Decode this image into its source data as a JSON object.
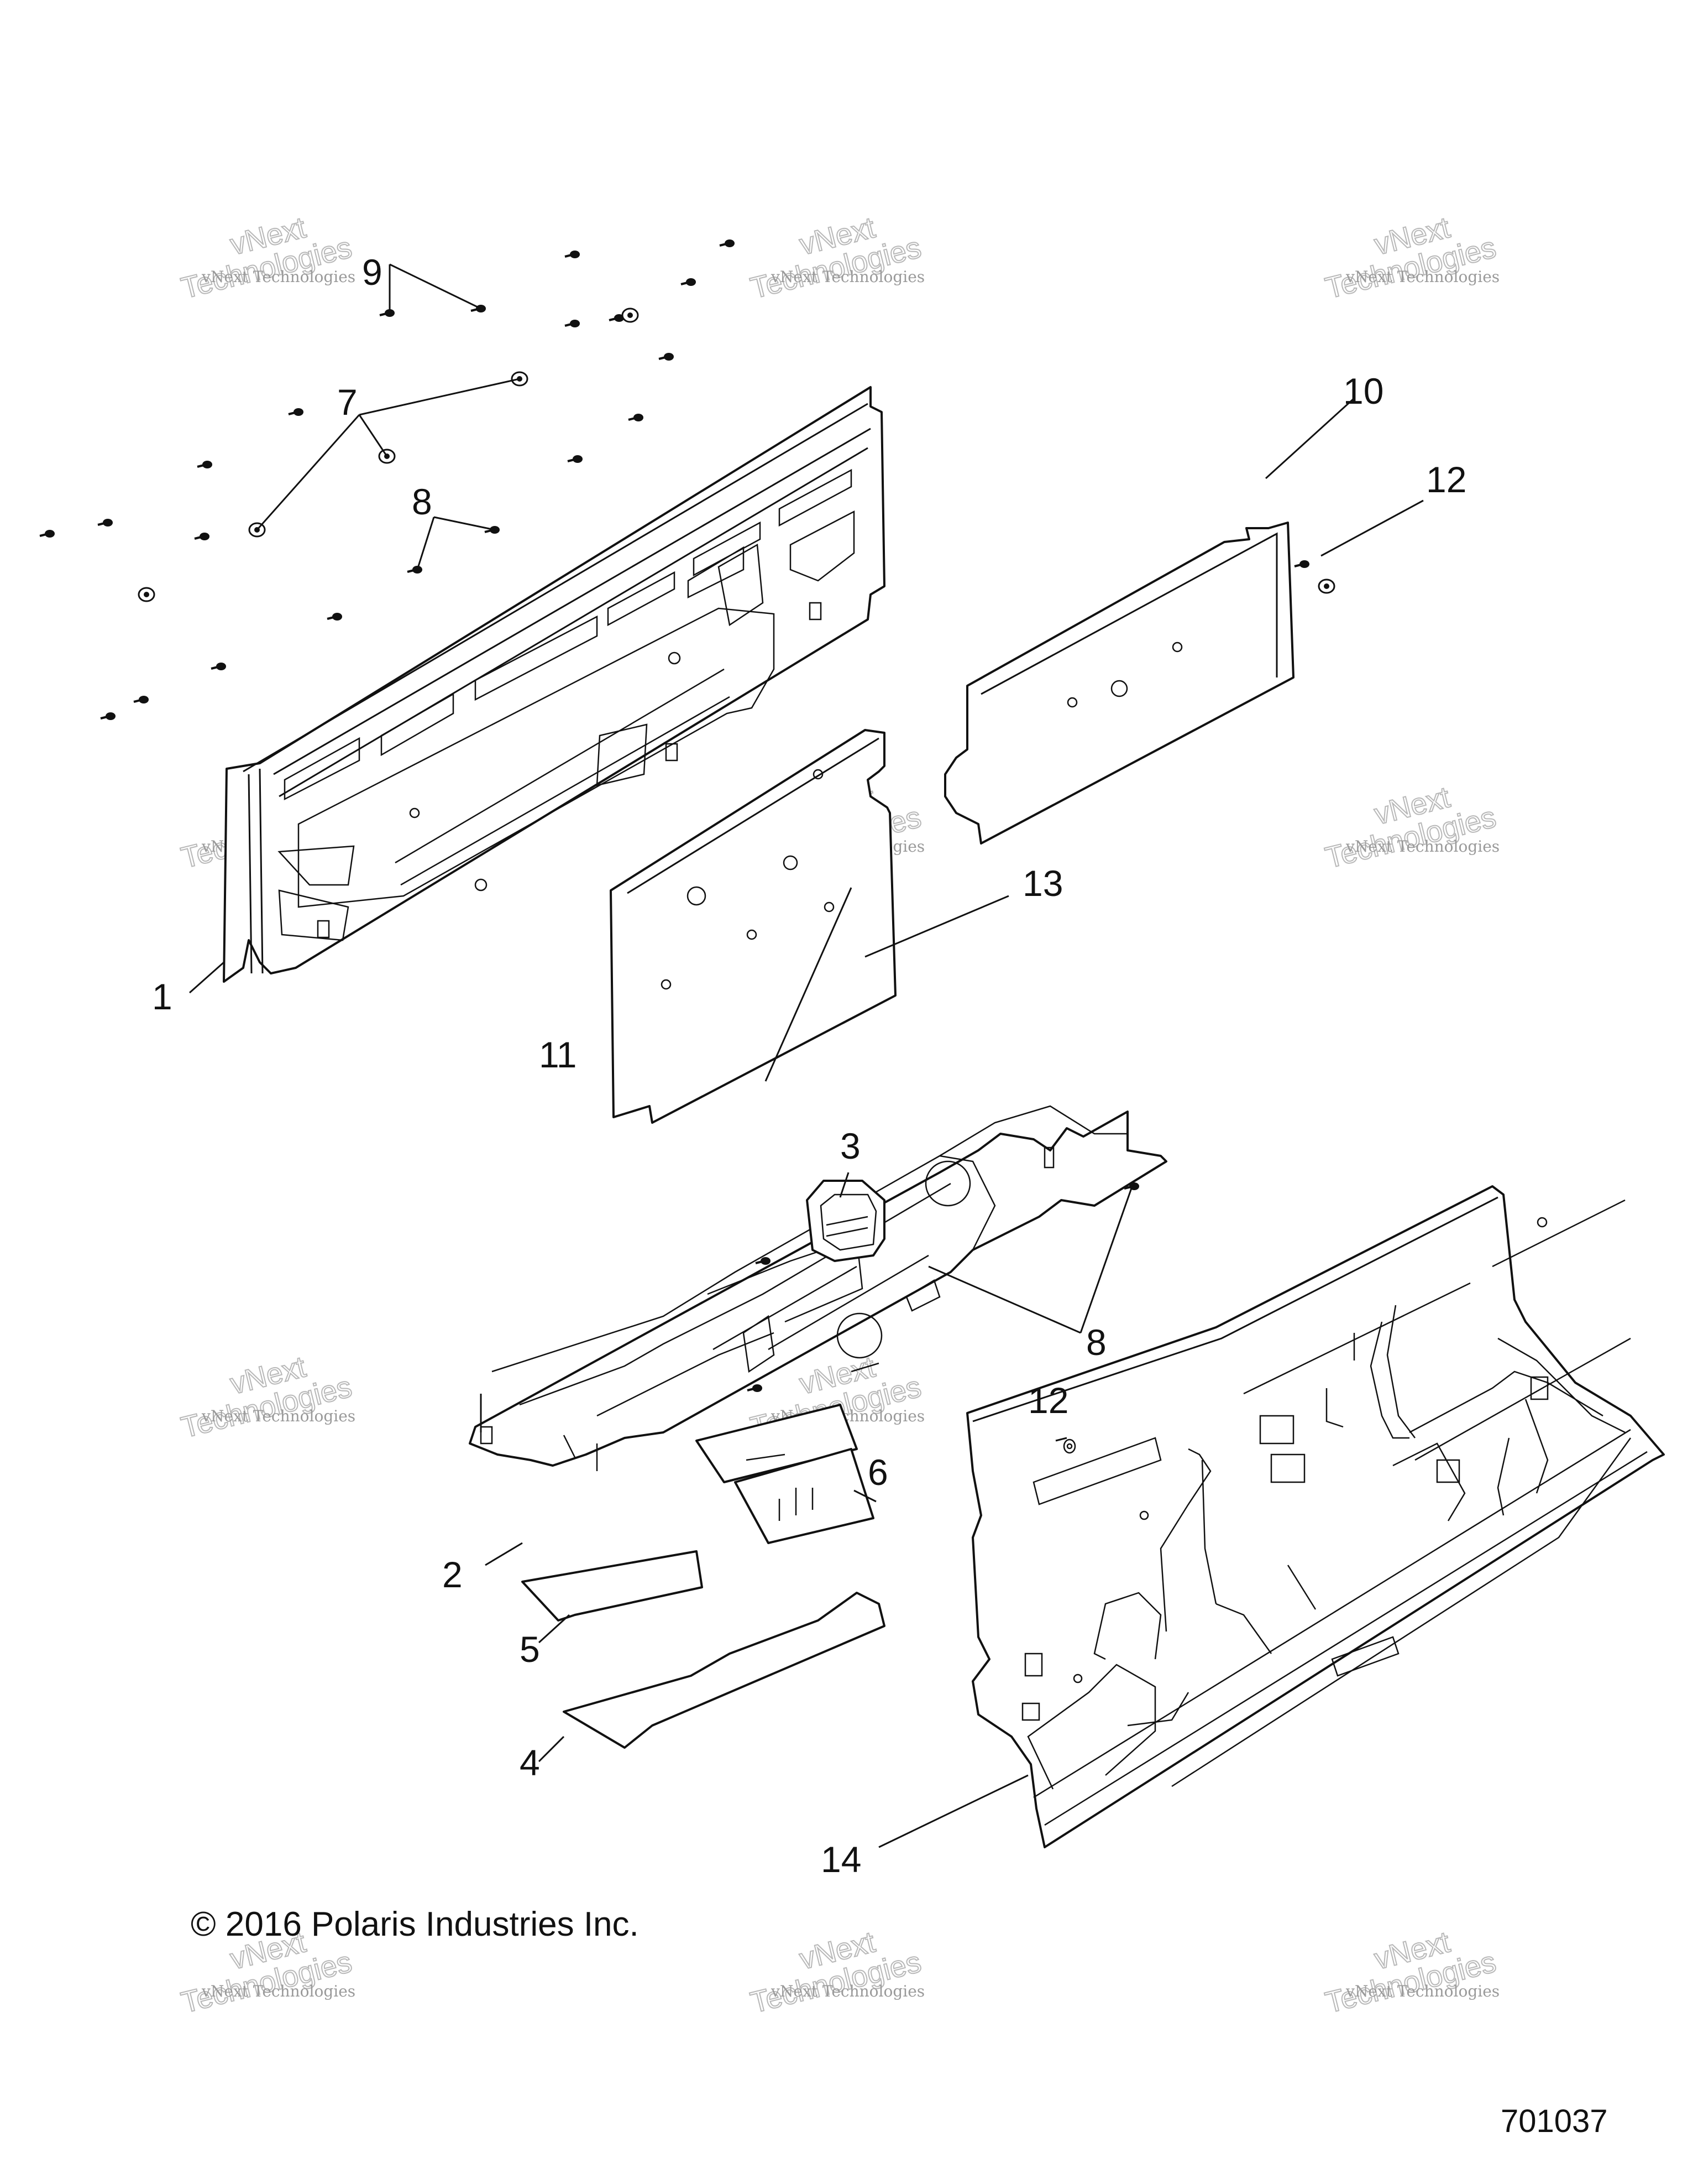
{
  "watermark": {
    "small": "vNext Technologies",
    "big_line1": "vNext",
    "big_line2": "Technologies"
  },
  "callouts": {
    "c1": "1",
    "c2": "2",
    "c3": "3",
    "c4": "4",
    "c5": "5",
    "c6": "6",
    "c7": "7",
    "c8a": "8",
    "c8b": "8",
    "c9": "9",
    "c10": "10",
    "c11": "11",
    "c12a": "12",
    "c12b": "12",
    "c13": "13",
    "c14": "14"
  },
  "footer": {
    "copyright": "© 2016 Polaris Industries Inc.",
    "document_number": "701037"
  }
}
